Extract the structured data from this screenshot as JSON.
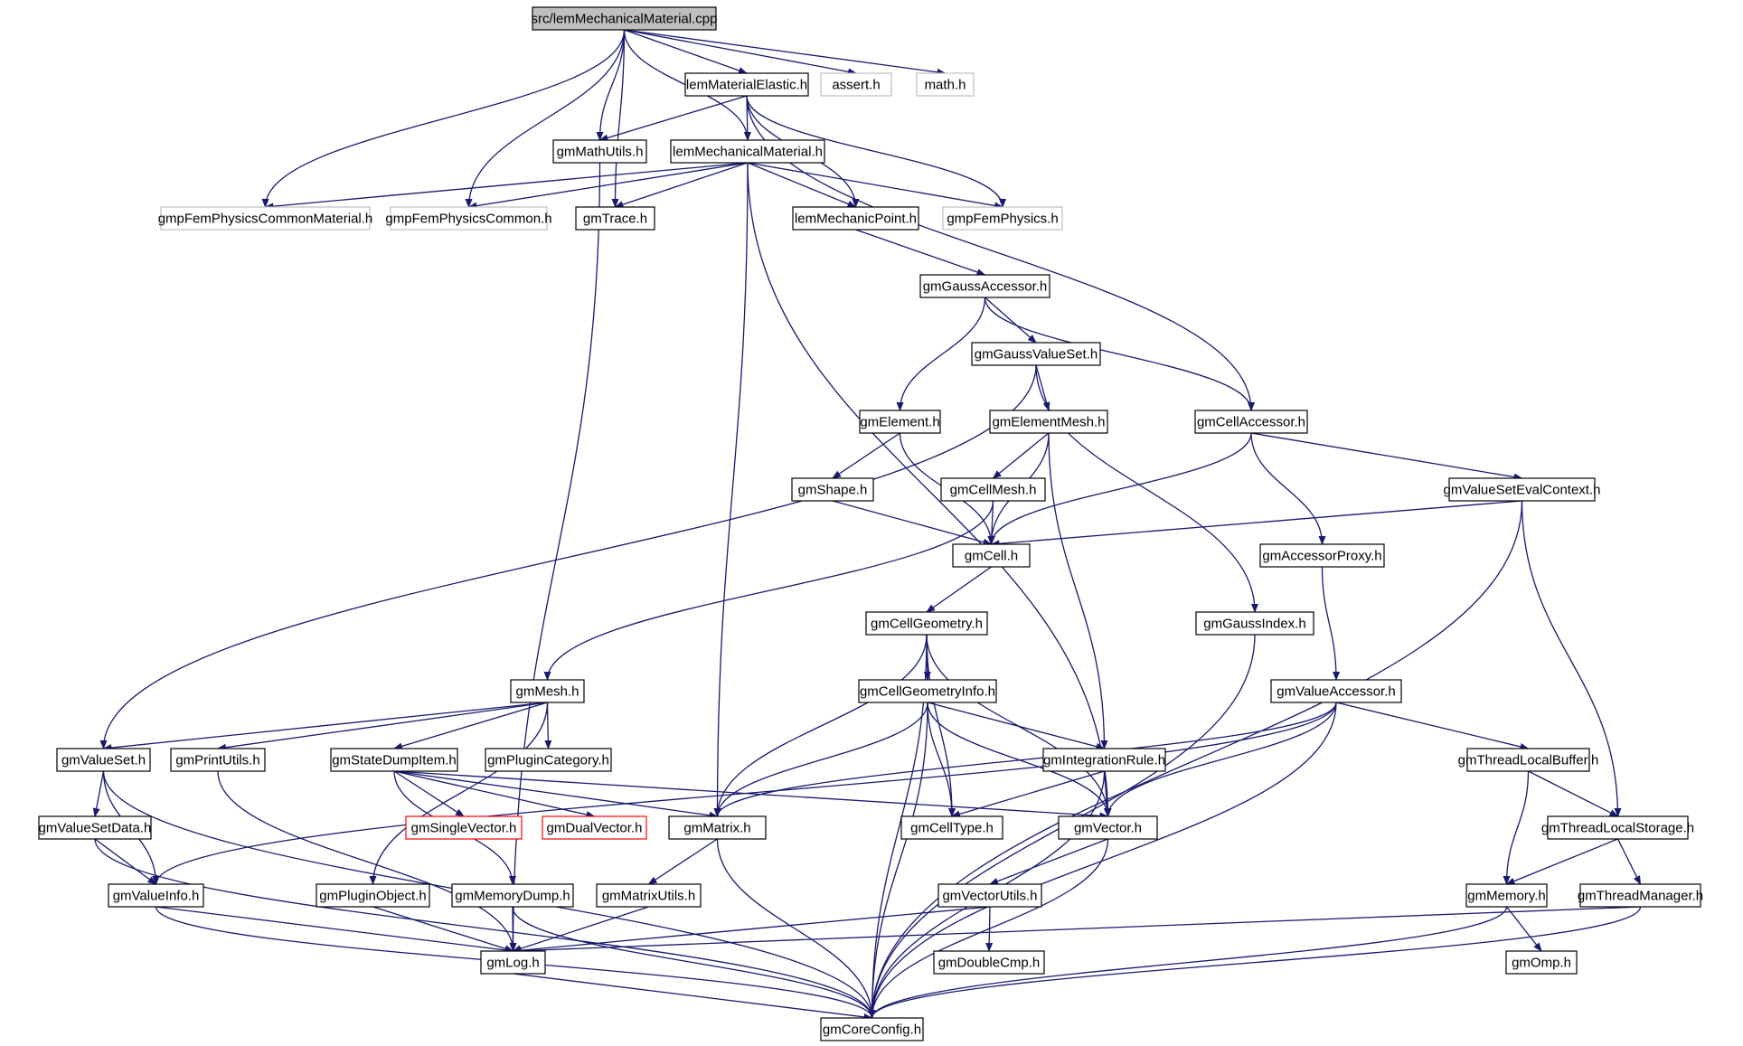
{
  "nodes": [
    {
      "id": "root",
      "label": "src/lemMechanicalMaterial.cpp",
      "kind": "root"
    },
    {
      "id": "elastic",
      "label": "lemMaterialElastic.h",
      "kind": "local"
    },
    {
      "id": "assert",
      "label": "assert.h",
      "kind": "system"
    },
    {
      "id": "math",
      "label": "math.h",
      "kind": "system"
    },
    {
      "id": "mathutils",
      "label": "gmMathUtils.h",
      "kind": "local"
    },
    {
      "id": "mechmat",
      "label": "lemMechanicalMaterial.h",
      "kind": "local"
    },
    {
      "id": "pcm",
      "label": "gmpFemPhysicsCommonMaterial.h",
      "kind": "system"
    },
    {
      "id": "pc",
      "label": "gmpFemPhysicsCommon.h",
      "kind": "system"
    },
    {
      "id": "trace",
      "label": "gmTrace.h",
      "kind": "local"
    },
    {
      "id": "mechpoint",
      "label": "lemMechanicPoint.h",
      "kind": "local"
    },
    {
      "id": "femphys",
      "label": "gmpFemPhysics.h",
      "kind": "system"
    },
    {
      "id": "gaussacc",
      "label": "gmGaussAccessor.h",
      "kind": "local"
    },
    {
      "id": "gvs",
      "label": "gmGaussValueSet.h",
      "kind": "local"
    },
    {
      "id": "element",
      "label": "gmElement.h",
      "kind": "local"
    },
    {
      "id": "elemmesh",
      "label": "gmElementMesh.h",
      "kind": "local"
    },
    {
      "id": "cellacc",
      "label": "gmCellAccessor.h",
      "kind": "local"
    },
    {
      "id": "shape",
      "label": "gmShape.h",
      "kind": "local"
    },
    {
      "id": "cellmesh",
      "label": "gmCellMesh.h",
      "kind": "local"
    },
    {
      "id": "vsec",
      "label": "gmValueSetEvalContext.h",
      "kind": "local"
    },
    {
      "id": "cell",
      "label": "gmCell.h",
      "kind": "local"
    },
    {
      "id": "accproxy",
      "label": "gmAccessorProxy.h",
      "kind": "local"
    },
    {
      "id": "cellgeom",
      "label": "gmCellGeometry.h",
      "kind": "local"
    },
    {
      "id": "gaussidx",
      "label": "gmGaussIndex.h",
      "kind": "local"
    },
    {
      "id": "mesh",
      "label": "gmMesh.h",
      "kind": "local"
    },
    {
      "id": "cgi",
      "label": "gmCellGeometryInfo.h",
      "kind": "local"
    },
    {
      "id": "valacc",
      "label": "gmValueAccessor.h",
      "kind": "local"
    },
    {
      "id": "valueset",
      "label": "gmValueSet.h",
      "kind": "local"
    },
    {
      "id": "printutils",
      "label": "gmPrintUtils.h",
      "kind": "local"
    },
    {
      "id": "sdi",
      "label": "gmStateDumpItem.h",
      "kind": "local"
    },
    {
      "id": "plugincat",
      "label": "gmPluginCategory.h",
      "kind": "local"
    },
    {
      "id": "intrule",
      "label": "gmIntegrationRule.h",
      "kind": "local"
    },
    {
      "id": "tlb",
      "label": "gmThreadLocalBuffer.h",
      "kind": "local"
    },
    {
      "id": "vsdata",
      "label": "gmValueSetData.h",
      "kind": "local"
    },
    {
      "id": "singlevec",
      "label": "gmSingleVector.h",
      "kind": "truncated"
    },
    {
      "id": "dualvec",
      "label": "gmDualVector.h",
      "kind": "truncated"
    },
    {
      "id": "matrix",
      "label": "gmMatrix.h",
      "kind": "local"
    },
    {
      "id": "celltype",
      "label": "gmCellType.h",
      "kind": "local"
    },
    {
      "id": "vector",
      "label": "gmVector.h",
      "kind": "local"
    },
    {
      "id": "tls",
      "label": "gmThreadLocalStorage.h",
      "kind": "local"
    },
    {
      "id": "valinfo",
      "label": "gmValueInfo.h",
      "kind": "local"
    },
    {
      "id": "pluginobj",
      "label": "gmPluginObject.h",
      "kind": "local"
    },
    {
      "id": "memdump",
      "label": "gmMemoryDump.h",
      "kind": "local"
    },
    {
      "id": "matutils",
      "label": "gmMatrixUtils.h",
      "kind": "local"
    },
    {
      "id": "vecutils",
      "label": "gmVectorUtils.h",
      "kind": "local"
    },
    {
      "id": "memory",
      "label": "gmMemory.h",
      "kind": "local"
    },
    {
      "id": "threadmgr",
      "label": "gmThreadManager.h",
      "kind": "local"
    },
    {
      "id": "log",
      "label": "gmLog.h",
      "kind": "local"
    },
    {
      "id": "doublecmp",
      "label": "gmDoubleCmp.h",
      "kind": "local"
    },
    {
      "id": "omp",
      "label": "gmOmp.h",
      "kind": "local"
    },
    {
      "id": "coreconfig",
      "label": "gmCoreConfig.h",
      "kind": "local"
    }
  ],
  "edges": [
    [
      "root",
      "elastic"
    ],
    [
      "root",
      "assert"
    ],
    [
      "root",
      "math"
    ],
    [
      "root",
      "mathutils"
    ],
    [
      "root",
      "mechmat"
    ],
    [
      "root",
      "pcm"
    ],
    [
      "root",
      "pc"
    ],
    [
      "root",
      "trace"
    ],
    [
      "elastic",
      "mathutils"
    ],
    [
      "elastic",
      "mechmat"
    ],
    [
      "elastic",
      "mechpoint"
    ],
    [
      "elastic",
      "femphys"
    ],
    [
      "elastic",
      "cellacc"
    ],
    [
      "mathutils",
      "log"
    ],
    [
      "mechmat",
      "pcm"
    ],
    [
      "mechmat",
      "pc"
    ],
    [
      "mechmat",
      "trace"
    ],
    [
      "mechmat",
      "mechpoint"
    ],
    [
      "mechmat",
      "femphys"
    ],
    [
      "mechmat",
      "matrix"
    ],
    [
      "mechmat",
      "vector"
    ],
    [
      "mechpoint",
      "gaussacc"
    ],
    [
      "gaussacc",
      "gvs"
    ],
    [
      "gaussacc",
      "element"
    ],
    [
      "gaussacc",
      "cellacc"
    ],
    [
      "gvs",
      "elemmesh"
    ],
    [
      "gvs",
      "valueset"
    ],
    [
      "gvs",
      "gaussidx"
    ],
    [
      "element",
      "shape"
    ],
    [
      "element",
      "cell"
    ],
    [
      "elemmesh",
      "cellmesh"
    ],
    [
      "elemmesh",
      "cell"
    ],
    [
      "elemmesh",
      "intrule"
    ],
    [
      "cellacc",
      "cell"
    ],
    [
      "cellacc",
      "accproxy"
    ],
    [
      "cellacc",
      "vsec"
    ],
    [
      "shape",
      "cell"
    ],
    [
      "cellmesh",
      "cell"
    ],
    [
      "cellmesh",
      "mesh"
    ],
    [
      "vsec",
      "cell"
    ],
    [
      "vsec",
      "tls"
    ],
    [
      "vsec",
      "coreconfig"
    ],
    [
      "cell",
      "cellgeom"
    ],
    [
      "accproxy",
      "valacc"
    ],
    [
      "cellgeom",
      "cgi"
    ],
    [
      "cellgeom",
      "matrix"
    ],
    [
      "cellgeom",
      "celltype"
    ],
    [
      "cellgeom",
      "vector"
    ],
    [
      "cellgeom",
      "coreconfig"
    ],
    [
      "gaussidx",
      "coreconfig"
    ],
    [
      "mesh",
      "valueset"
    ],
    [
      "mesh",
      "printutils"
    ],
    [
      "mesh",
      "sdi"
    ],
    [
      "mesh",
      "plugincat"
    ],
    [
      "mesh",
      "pluginobj"
    ],
    [
      "cgi",
      "intrule"
    ],
    [
      "cgi",
      "matrix"
    ],
    [
      "cgi",
      "celltype"
    ],
    [
      "cgi",
      "vector"
    ],
    [
      "cgi",
      "coreconfig"
    ],
    [
      "valacc",
      "matrix"
    ],
    [
      "valacc",
      "tlb"
    ],
    [
      "valacc",
      "vector"
    ],
    [
      "valacc",
      "valinfo"
    ],
    [
      "valacc",
      "coreconfig"
    ],
    [
      "valueset",
      "vsdata"
    ],
    [
      "valueset",
      "valinfo"
    ],
    [
      "valueset",
      "coreconfig"
    ],
    [
      "printutils",
      "log"
    ],
    [
      "sdi",
      "singlevec"
    ],
    [
      "sdi",
      "dualvec"
    ],
    [
      "sdi",
      "matrix"
    ],
    [
      "sdi",
      "vector"
    ],
    [
      "sdi",
      "memdump"
    ],
    [
      "intrule",
      "celltype"
    ],
    [
      "intrule",
      "vector"
    ],
    [
      "intrule",
      "coreconfig"
    ],
    [
      "tlb",
      "tls"
    ],
    [
      "tlb",
      "memory"
    ],
    [
      "vsdata",
      "valinfo"
    ],
    [
      "vsdata",
      "coreconfig"
    ],
    [
      "matrix",
      "matutils"
    ],
    [
      "matrix",
      "coreconfig"
    ],
    [
      "vector",
      "vecutils"
    ],
    [
      "vector",
      "coreconfig"
    ],
    [
      "tls",
      "memory"
    ],
    [
      "tls",
      "threadmgr"
    ],
    [
      "valinfo",
      "log"
    ],
    [
      "valinfo",
      "coreconfig"
    ],
    [
      "pluginobj",
      "log"
    ],
    [
      "memdump",
      "log"
    ],
    [
      "memdump",
      "coreconfig"
    ],
    [
      "matutils",
      "log"
    ],
    [
      "vecutils",
      "log"
    ],
    [
      "vecutils",
      "doublecmp"
    ],
    [
      "memory",
      "omp"
    ],
    [
      "memory",
      "coreconfig"
    ],
    [
      "threadmgr",
      "log"
    ],
    [
      "threadmgr",
      "coreconfig"
    ],
    [
      "log",
      "coreconfig"
    ]
  ],
  "colors": {
    "edge": "#191970",
    "local_border": "#000000",
    "system_border": "#bfbfbf",
    "truncated_border": "#ff0000",
    "root_fill": "#bfbfbf",
    "node_fill": "#ffffff"
  }
}
